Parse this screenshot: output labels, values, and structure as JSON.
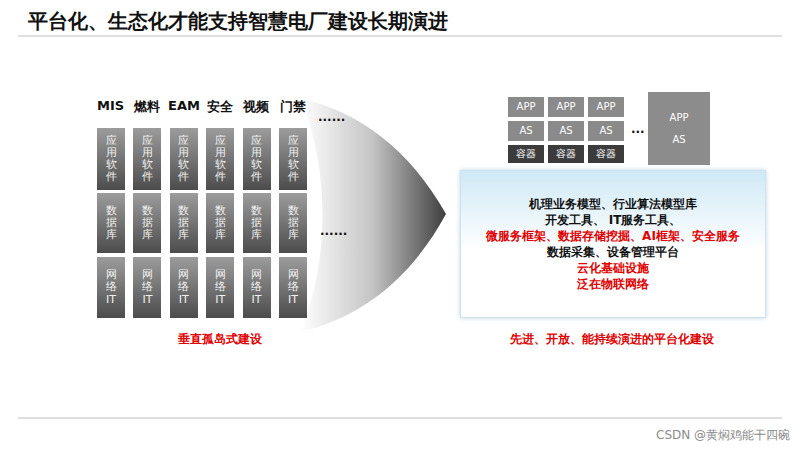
{
  "diagram": {
    "title": "平台化、生态化才能支持智慧电厂建设长期演进",
    "nodes": [
      {
        "text": [
          "应用软件"
        ]
      },
      {
        "text": [
          "数据库"
        ]
      },
      {
        "text": [
          "网络IT"
        ]
      },
      {
        "text": [
          "应用软件"
        ]
      },
      {
        "text": [
          "数据库"
        ]
      },
      {
        "text": [
          "网络IT"
        ]
      },
      {
        "text": [
          "应用软件"
        ]
      },
      {
        "text": [
          "数据库"
        ]
      },
      {
        "text": [
          "网络IT"
        ]
      },
      {
        "text": [
          "应用软件"
        ]
      },
      {
        "text": [
          "数据库"
        ]
      },
      {
        "text": [
          "网络IT"
        ]
      },
      {
        "text": [
          "应用软件"
        ]
      },
      {
        "text": [
          "数据库"
        ]
      },
      {
        "text": [
          "网络IT"
        ]
      },
      {
        "text": [
          "应用软件"
        ]
      },
      {
        "text": [
          "数据库"
        ]
      },
      {
        "text": [
          "网络IT"
        ]
      },
      {
        "text": [
          "APP"
        ]
      },
      {
        "text": [
          "AS"
        ]
      },
      {
        "text": [
          "容器"
        ]
      },
      {
        "text": [
          "APP"
        ]
      },
      {
        "text": [
          "AS"
        ]
      },
      {
        "text": [
          "容器"
        ]
      },
      {
        "text": [
          "APP"
        ]
      },
      {
        "text": [
          "AS"
        ]
      },
      {
        "text": [
          "容器"
        ]
      },
      {
        "text": [
          "APP",
          "AS"
        ]
      },
      {
        "text": [
          "机理业务模型、行业算法模型库",
          "开发工具、 IT服务工具、",
          "微服务框架、数据存储挖掘、AI框架、安全服务",
          "数据采集、设备管理平台",
          "云化基础设施",
          "泛在物联网络"
        ]
      }
    ],
    "labels": [
      "MIS",
      "燃料",
      "EAM",
      "安全",
      "视频",
      "门禁",
      "......",
      "......",
      "垂直孤岛式建设",
      "...",
      "先进、开放、能持续演进的平台化建设",
      "CSDN @黄焖鸡能干四碗"
    ]
  }
}
